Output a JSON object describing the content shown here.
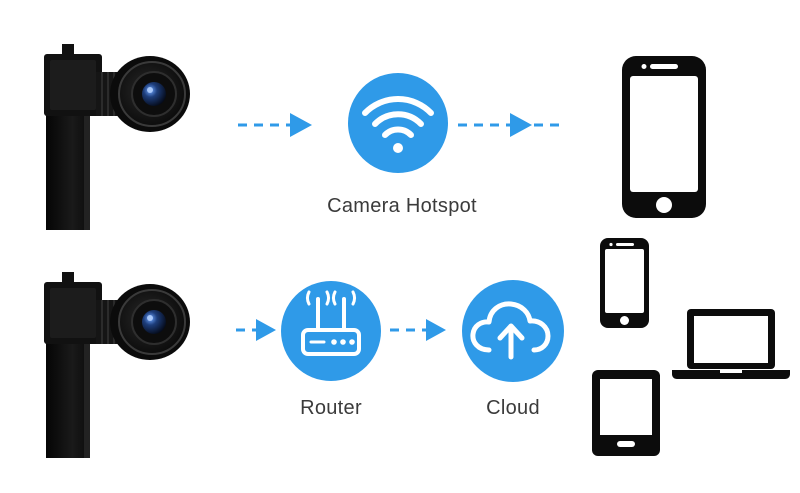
{
  "colors": {
    "accent_blue": "#2f9ae8",
    "device_black": "#0c0c0c",
    "label_gray": "#3b3b3b"
  },
  "rows": [
    {
      "source_icon": "spy-camera-icon",
      "nodes": [
        {
          "icon": "wifi-icon",
          "label": "Camera Hotspot"
        }
      ],
      "targets": [
        "smartphone-icon"
      ]
    },
    {
      "source_icon": "spy-camera-icon",
      "nodes": [
        {
          "icon": "router-icon",
          "label": "Router"
        },
        {
          "icon": "cloud-upload-icon",
          "label": "Cloud"
        }
      ],
      "targets": [
        "smartphone-icon",
        "laptop-icon",
        "tablet-icon"
      ]
    }
  ]
}
